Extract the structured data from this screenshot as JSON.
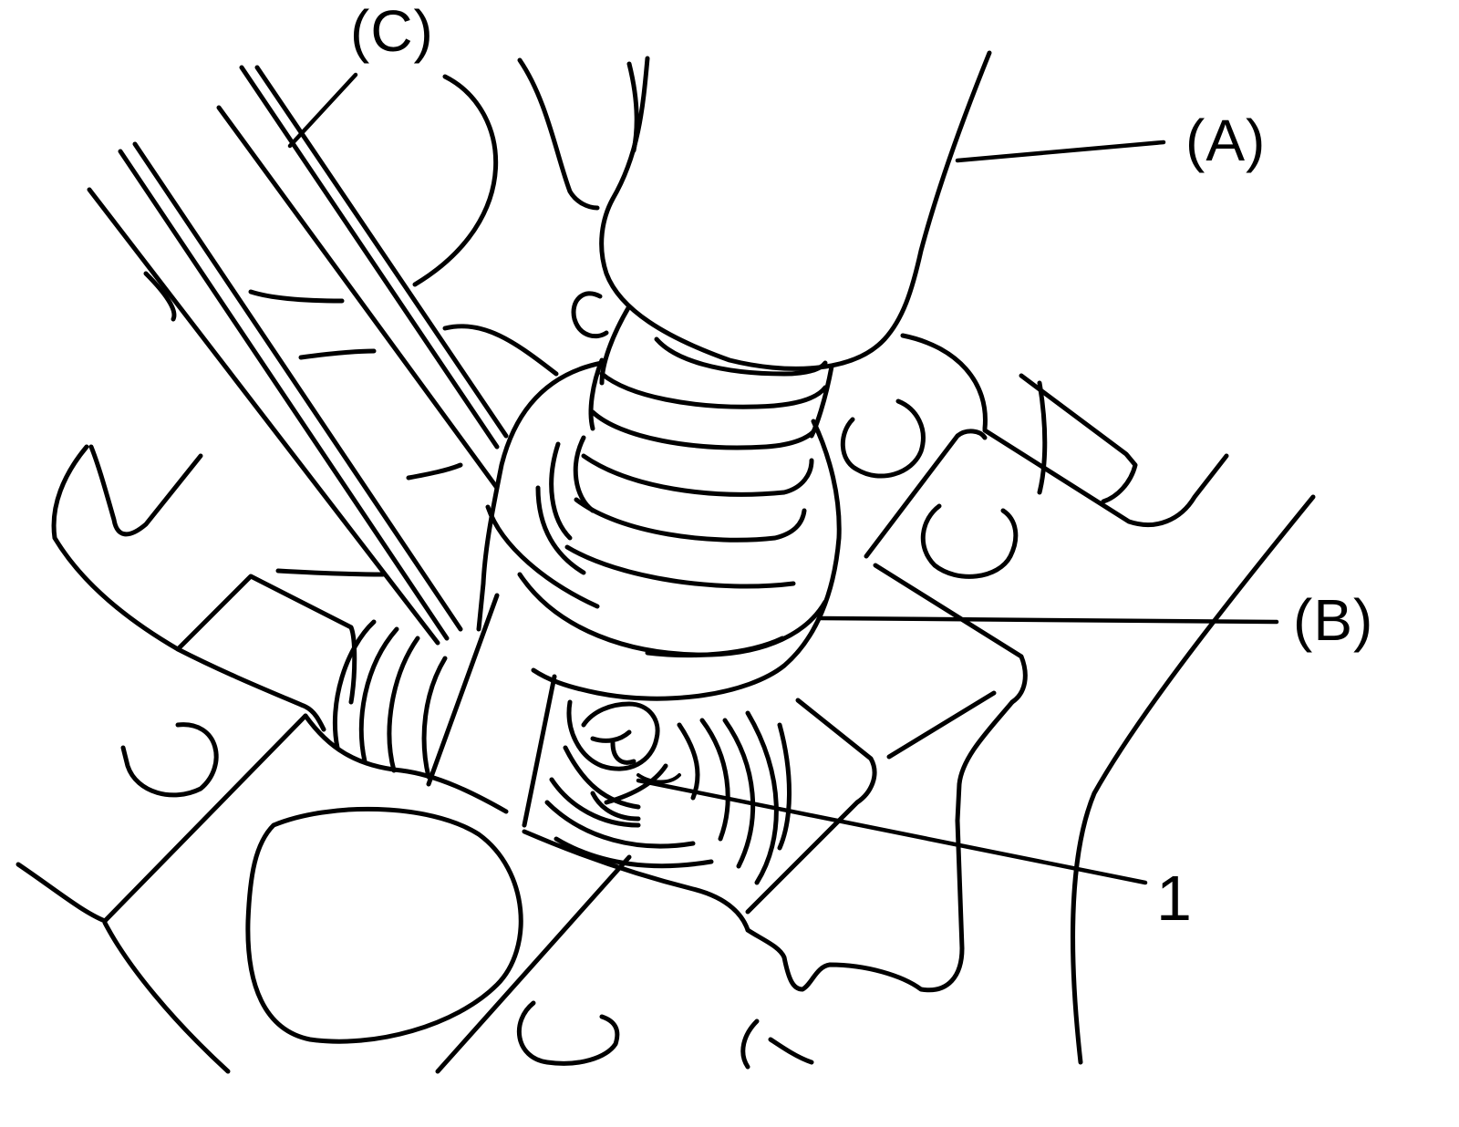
{
  "labels": {
    "a": "(A)",
    "b": "(B)",
    "c": "(C)",
    "one": "1"
  },
  "colors": {
    "ink": "#000000",
    "paper": "#ffffff"
  }
}
